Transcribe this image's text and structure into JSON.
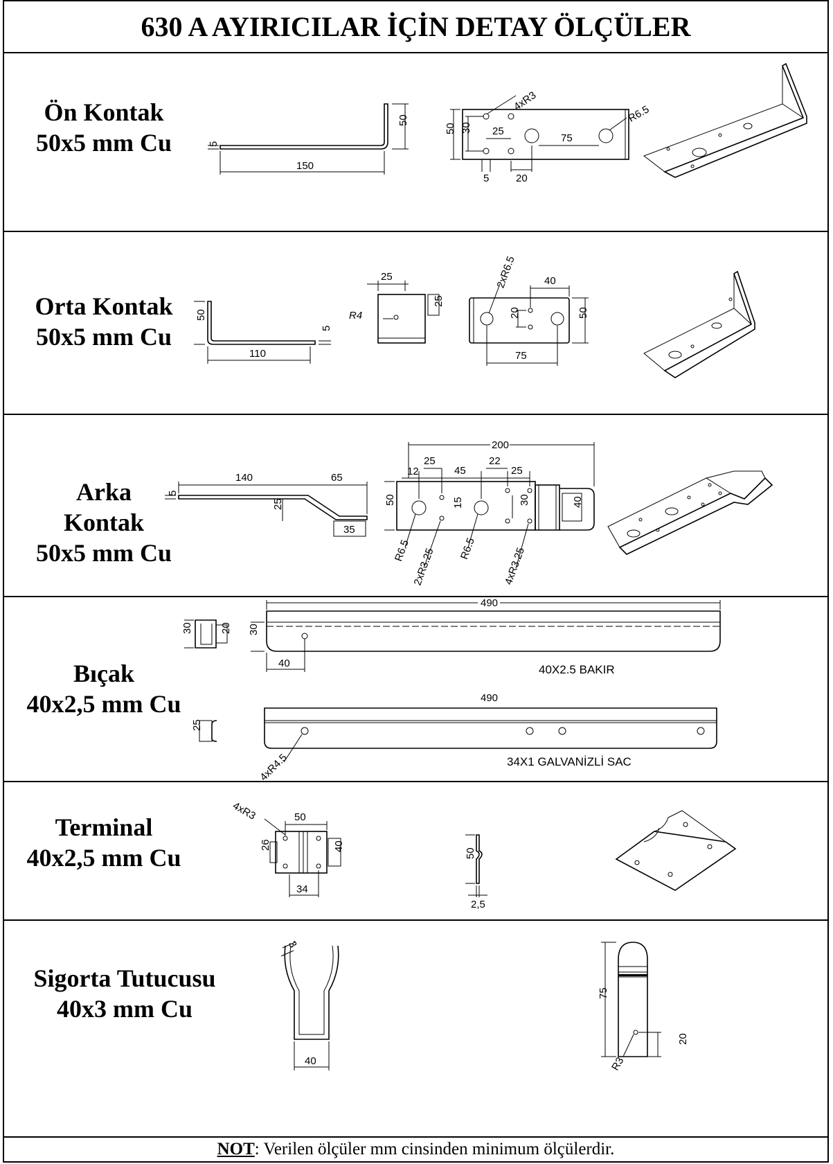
{
  "title": "630 A AYIRICILAR İÇİN DETAY ÖLÇÜLER",
  "sections": [
    {
      "name_line1": "Ön Kontak",
      "name_line2": "50x5 mm Cu",
      "dims": {
        "height": "50",
        "thickness": "5",
        "length": "150",
        "plate_h": "50",
        "inner_h": "30",
        "d25": "25",
        "d75": "75",
        "d5": "5",
        "d20": "20",
        "holes": "4xR3",
        "hole_r": "R6.5"
      }
    },
    {
      "name_line1": "Orta Kontak",
      "name_line2": "50x5 mm Cu",
      "dims": {
        "height": "50",
        "thickness": "5",
        "length": "110",
        "tab_w": "25",
        "tab_h": "25",
        "tab_r": "R4",
        "holes": "2xR6.5",
        "d40": "40",
        "d20": "20",
        "plate_h": "50",
        "d75": "75"
      }
    },
    {
      "name_line1": "Arka",
      "name_line2": "Kontak",
      "name_line3": "50x5 mm Cu",
      "dims": {
        "thickness": "5",
        "d140": "140",
        "d65": "65",
        "d25": "25",
        "d35": "35",
        "d200": "200",
        "d12": "12",
        "d25a": "25",
        "d45": "45",
        "d22": "22",
        "d25b": "25",
        "plate_h": "50",
        "d15": "15",
        "d30": "30",
        "d40": "40",
        "r1": "R6.5",
        "h1": "2xR3.25",
        "r2": "R6.5",
        "h2": "4xR3.25"
      }
    },
    {
      "name_line1": "Bıçak",
      "name_line2": "40x2,5 mm Cu",
      "dims": {
        "c30": "30",
        "c20": "20",
        "b30": "30",
        "len1": "490",
        "d40": "40",
        "mat1": "40X2.5 BAKIR",
        "len2": "490",
        "c25": "25",
        "holes": "4xR4.5",
        "mat2": "34X1 GALVANİZLİ SAC"
      }
    },
    {
      "name_line1": "Terminal",
      "name_line2": "40x2,5 mm Cu",
      "dims": {
        "holes": "4xR3",
        "d50": "50",
        "d26": "26",
        "d40": "40",
        "d34": "34",
        "h50": "50",
        "t25": "2,5"
      }
    },
    {
      "name_line1": "Sigorta Tutucusu",
      "name_line2": "40x3 mm Cu",
      "dims": {
        "t3": "3",
        "d40": "40",
        "d75": "75",
        "d20": "20",
        "r3": "R3"
      }
    }
  ],
  "footer": {
    "bold": "NOT",
    "text": ": Verilen ölçüler mm cinsinden minimum ölçülerdir."
  }
}
